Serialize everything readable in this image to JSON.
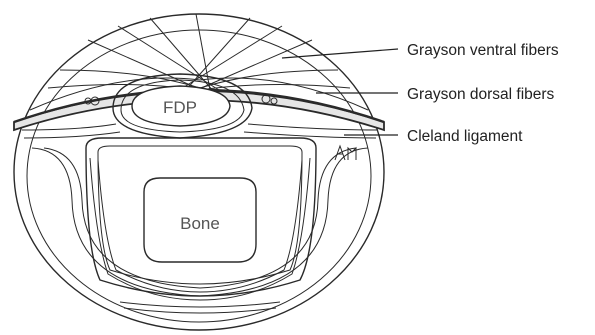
{
  "labels": {
    "fdp": "FDP",
    "bone": "Bone",
    "grayson_ventral": "Grayson ventral fibers",
    "grayson_dorsal": "Grayson dorsal fibers",
    "cleland": "Cleland ligament"
  },
  "colors": {
    "line": "#2a2a2a",
    "band_fill": "#e6e6e6",
    "background": "#ffffff"
  }
}
